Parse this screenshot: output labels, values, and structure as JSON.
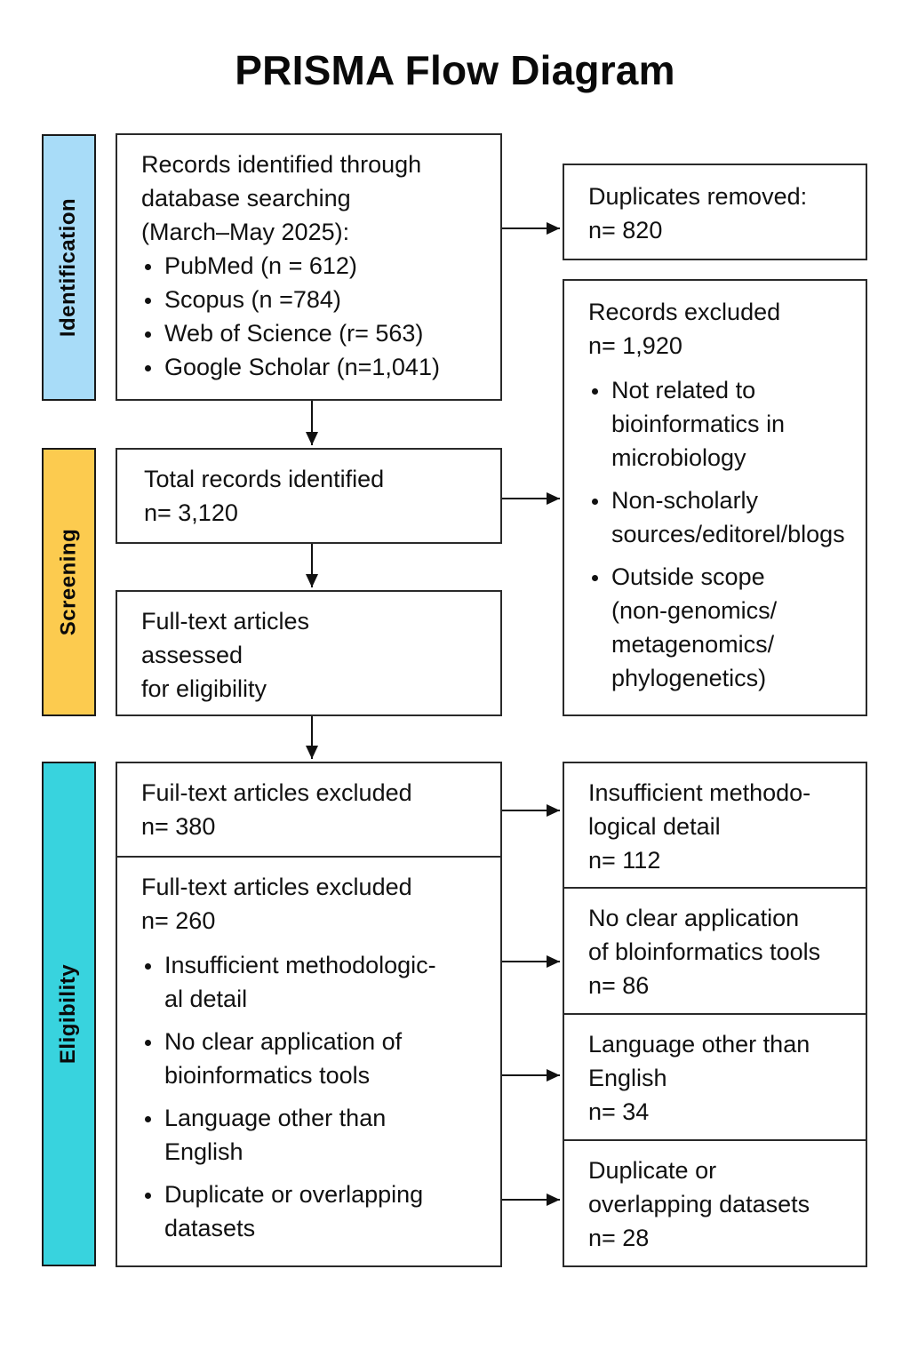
{
  "title": "PRISMA Flow Diagram",
  "stages": {
    "identification": {
      "label": "Identification",
      "color": "#a8dcf8"
    },
    "screening": {
      "label": "Screening",
      "color": "#fccb4f"
    },
    "eligibility": {
      "label": "Eligibility",
      "color": "#38d3de"
    }
  },
  "identification": {
    "records_box": {
      "lines": [
        "Records identified through",
        "database searching",
        "(March–May 2025):"
      ],
      "sources": [
        {
          "name": "PubMed",
          "text": "PubMed (n = 612)",
          "n": 612
        },
        {
          "name": "Scopus",
          "text": "Scopus (n =784)",
          "n": 784
        },
        {
          "name": "Web of Science",
          "text": "Web of Science (r= 563)",
          "n": 563
        },
        {
          "name": "Google Scholar",
          "text": "Google Scholar (n=1,041)",
          "n": 1041
        }
      ]
    },
    "duplicates_box": {
      "lines": [
        "Duplicates removed:",
        "n= 820"
      ],
      "n": 820
    }
  },
  "screening": {
    "total_box": {
      "lines": [
        "Total records identified",
        "n= 3,120"
      ],
      "n": 3120
    },
    "fulltext_box": {
      "lines": [
        "Full-text articles",
        "assessed",
        "for eligibility"
      ]
    },
    "records_excluded_box": {
      "lines": [
        "Records excluded",
        "n= 1,920"
      ],
      "n": 1920,
      "reasons": [
        {
          "lines": [
            "Not related to",
            "bioinformatics in",
            "microbiology"
          ]
        },
        {
          "lines": [
            "Non-scholarly",
            "sources/editorel/blogs"
          ]
        },
        {
          "lines": [
            "Outside scope",
            "(non-genomics/",
            "metagenomics/",
            "phylogenetics)"
          ]
        }
      ]
    }
  },
  "eligibility": {
    "excluded_380_box": {
      "lines": [
        "Fuil-text articles excluded",
        "n= 380"
      ],
      "n": 380
    },
    "excluded_260_box": {
      "lines": [
        "Full-text articles excluded",
        "n= 260"
      ],
      "n": 260,
      "reasons": [
        {
          "lines": [
            "Insufficient methodologic-",
            "al detail"
          ]
        },
        {
          "lines": [
            "No clear application of",
            "bioinformatics tools"
          ]
        },
        {
          "lines": [
            "Language other than",
            "English"
          ]
        },
        {
          "lines": [
            "Duplicate or overlapping",
            "datasets"
          ]
        }
      ]
    },
    "reason_boxes": [
      {
        "lines": [
          "Insufficient methodo-",
          "logical detail",
          "n= 112"
        ],
        "n": 112
      },
      {
        "lines": [
          "No clear application",
          "of bloinformatics tools",
          "n= 86"
        ],
        "n": 86
      },
      {
        "lines": [
          "Language other than",
          "English",
          "n= 34"
        ],
        "n": 34
      },
      {
        "lines": [
          "Duplicate or",
          "overlapping datasets",
          "n= 28"
        ],
        "n": 28
      }
    ]
  }
}
